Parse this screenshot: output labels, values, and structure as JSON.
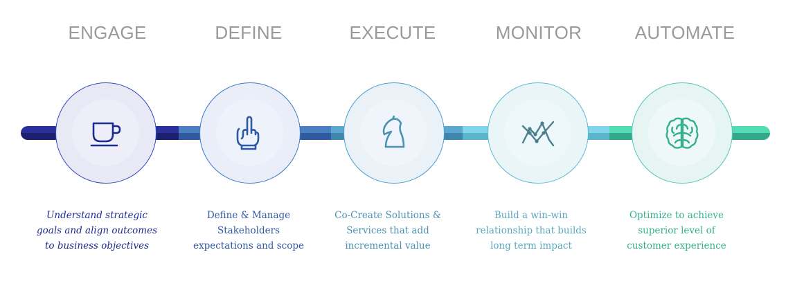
{
  "steps": [
    {
      "title": "ENGAGE",
      "icon": "coffee-cup-icon",
      "desc": [
        "Understand strategic",
        "goals and align outcomes",
        "to business objectives"
      ],
      "color": "#1e2b8e"
    },
    {
      "title": "DEFINE",
      "icon": "pointing-hand-icon",
      "desc": [
        "Define & Manage",
        "Stakeholders",
        "expectations and scope"
      ],
      "color": "#2f5aa3"
    },
    {
      "title": "EXECUTE",
      "icon": "chess-knight-icon",
      "desc": [
        "Co-Create Solutions &",
        "Services that add",
        "incremental value"
      ],
      "color": "#4c93b2"
    },
    {
      "title": "MONITOR",
      "icon": "line-chart-icon",
      "desc": [
        "Build a win-win",
        "relationship that builds",
        "long term impact"
      ],
      "color": "#5aa9be"
    },
    {
      "title": "AUTOMATE",
      "icon": "brain-icon",
      "desc": [
        "Optimize to achieve",
        "superior level of",
        "customer experience"
      ],
      "color": "#35b08f"
    }
  ]
}
